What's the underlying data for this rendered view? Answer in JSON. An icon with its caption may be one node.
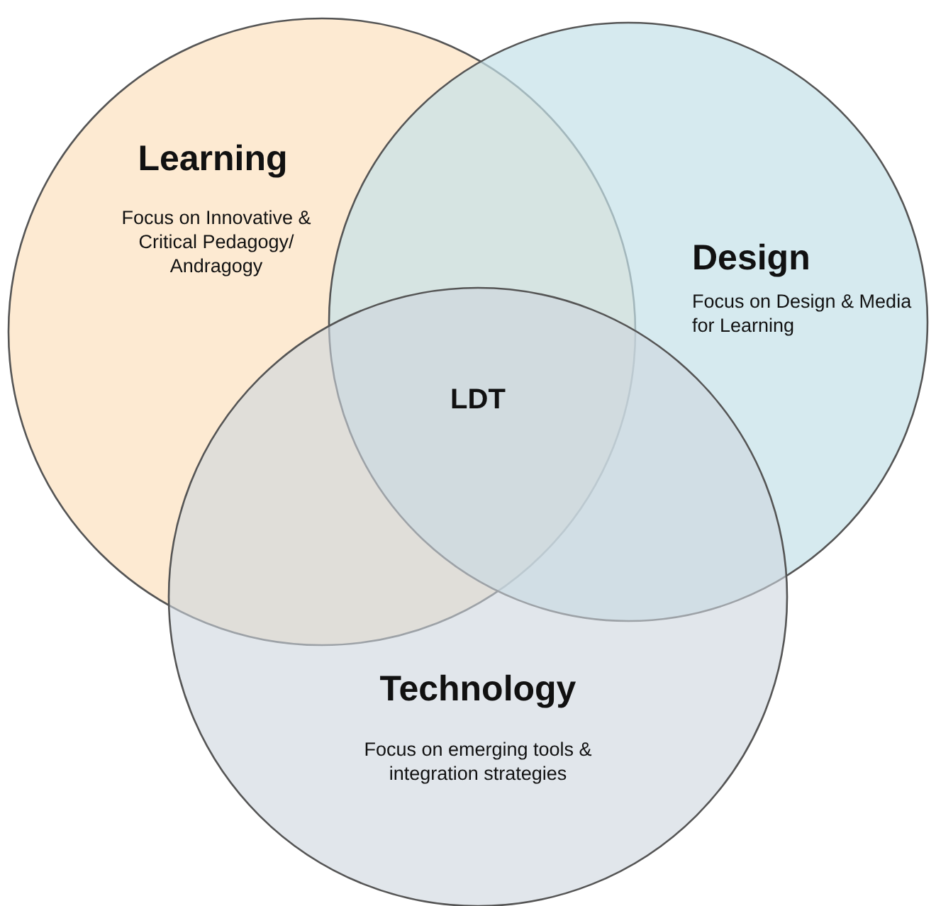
{
  "diagram": {
    "nodes": [
      {
        "text": [
          "Learning",
          "Focus on Innovative & Critical Pedagogy/ Andragogy"
        ]
      },
      {
        "text": [
          "Design",
          "Focus on Design & Media for Learning"
        ]
      },
      {
        "text": [
          "Technology",
          "Focus on emerging tools & integration strategies"
        ]
      }
    ],
    "edges": [],
    "labels": [
      "LDT"
    ]
  }
}
